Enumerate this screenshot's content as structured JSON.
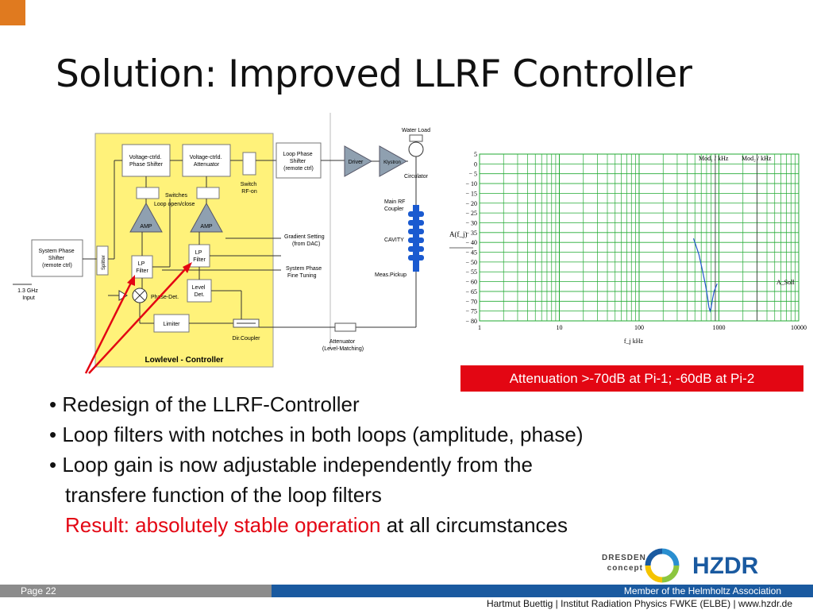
{
  "slide": {
    "title": "Solution: Improved LLRF Controller",
    "page_label": "Page 22"
  },
  "diagram": {
    "blocks": {
      "system_phase_shifter": [
        "System Phase",
        "Shifter",
        "(remote ctrl)"
      ],
      "input": [
        "1.3 GHz",
        "Input"
      ],
      "splitter": "Splitter",
      "voltage_phase_shifter": [
        "Voltage-ctrld.",
        "Phase Shifter"
      ],
      "voltage_attenuator": [
        "Voltage-ctrld.",
        "Attenuator"
      ],
      "switches": "Switches",
      "loop_open_close": "Loop open/close",
      "amp_left": "AMP",
      "amp_right": "AMP",
      "lp_filter_left": [
        "LP",
        "Filter"
      ],
      "lp_filter_right": [
        "LP",
        "Filter"
      ],
      "phase_det": "Phase-Det.",
      "level_det": [
        "Level",
        "Det."
      ],
      "limiter": "Limiter",
      "dir_coupler": "Dir.Coupler",
      "controller_label": "Lowlevel - Controller",
      "switch_rf_on": [
        "Switch",
        "RF-on"
      ],
      "loop_phase_shifter": [
        "Loop Phase",
        "Shifter",
        "(remote ctrl)"
      ],
      "driver": "Driver",
      "klystron": "Klystron",
      "water_load": "Water Load",
      "circulator": "Circulator",
      "main_rf_coupler": [
        "Main RF",
        "Coupler"
      ],
      "cavity": "CAVITY",
      "meas_pickup": "Meas.Pickup",
      "gradient_setting": [
        "Gradient Setting",
        "(from DAC)"
      ],
      "system_phase_fine": [
        "System Phase",
        "Fine Tuning"
      ],
      "attenuator": [
        "Attenuator",
        "(Level-Matching)"
      ]
    }
  },
  "chart_data": {
    "type": "line",
    "title": "",
    "xlabel": "f_j kHz",
    "ylabel": "A(f_j)",
    "x_scale": "log",
    "xlim": [
      1,
      10000
    ],
    "ylim": [
      -80,
      5
    ],
    "x_ticks": [
      1,
      10,
      100,
      1000,
      10000
    ],
    "x_tick_labels": [
      "1",
      "10",
      "100",
      "1000",
      "10000"
    ],
    "y_ticks": [
      5,
      0,
      -5,
      -10,
      -15,
      -20,
      -25,
      -30,
      -35,
      -40,
      -45,
      -50,
      -55,
      -60,
      -65,
      -70,
      -75,
      -80
    ],
    "y_tick_labels": [
      "5",
      "0",
      "− 5",
      "− 10",
      "− 15",
      "− 20",
      "− 25",
      "− 30",
      "− 35",
      "− 40",
      "− 45",
      "− 50",
      "− 55",
      "− 60",
      "− 65",
      "− 70",
      "− 75",
      "− 80"
    ],
    "grid": true,
    "annotations": [
      "Mod₁ / kHz",
      "Mod₂ / kHz",
      "A_Soll"
    ],
    "vertical_markers": [
      900,
      3000
    ],
    "series": [
      {
        "x": [
          480,
          560,
          620,
          680,
          720,
          750,
          775,
          800,
          830,
          870,
          950
        ],
        "y": [
          -38,
          -46,
          -54,
          -62,
          -68,
          -73,
          -75,
          -73,
          -69,
          -65,
          -61
        ]
      }
    ],
    "colors": {
      "grid": "#22aa33",
      "curve": "#2255cc"
    }
  },
  "banner": {
    "attenuation": "Attenuation >-70dB at Pi-1; -60dB at Pi-2"
  },
  "bullets": {
    "b1": "• Redesign of the LLRF-Controller",
    "b2": "• Loop filters with notches in both loops (amplitude, phase)",
    "b3": "• Loop gain is now adjustable independently from the",
    "b3_cont": "transfere function of the loop filters",
    "result_red": "Result: absolutely stable operation",
    "result_rest": " at all circumstances"
  },
  "logos": {
    "dresden": [
      "DRESDEN",
      "concept"
    ],
    "hzdr": "HZDR"
  },
  "footer": {
    "member": "Member of the Helmholtz Association",
    "credit": "Hartmut Buettig | Institut Radiation Physics FWKE (ELBE) | www.hzdr.de"
  }
}
